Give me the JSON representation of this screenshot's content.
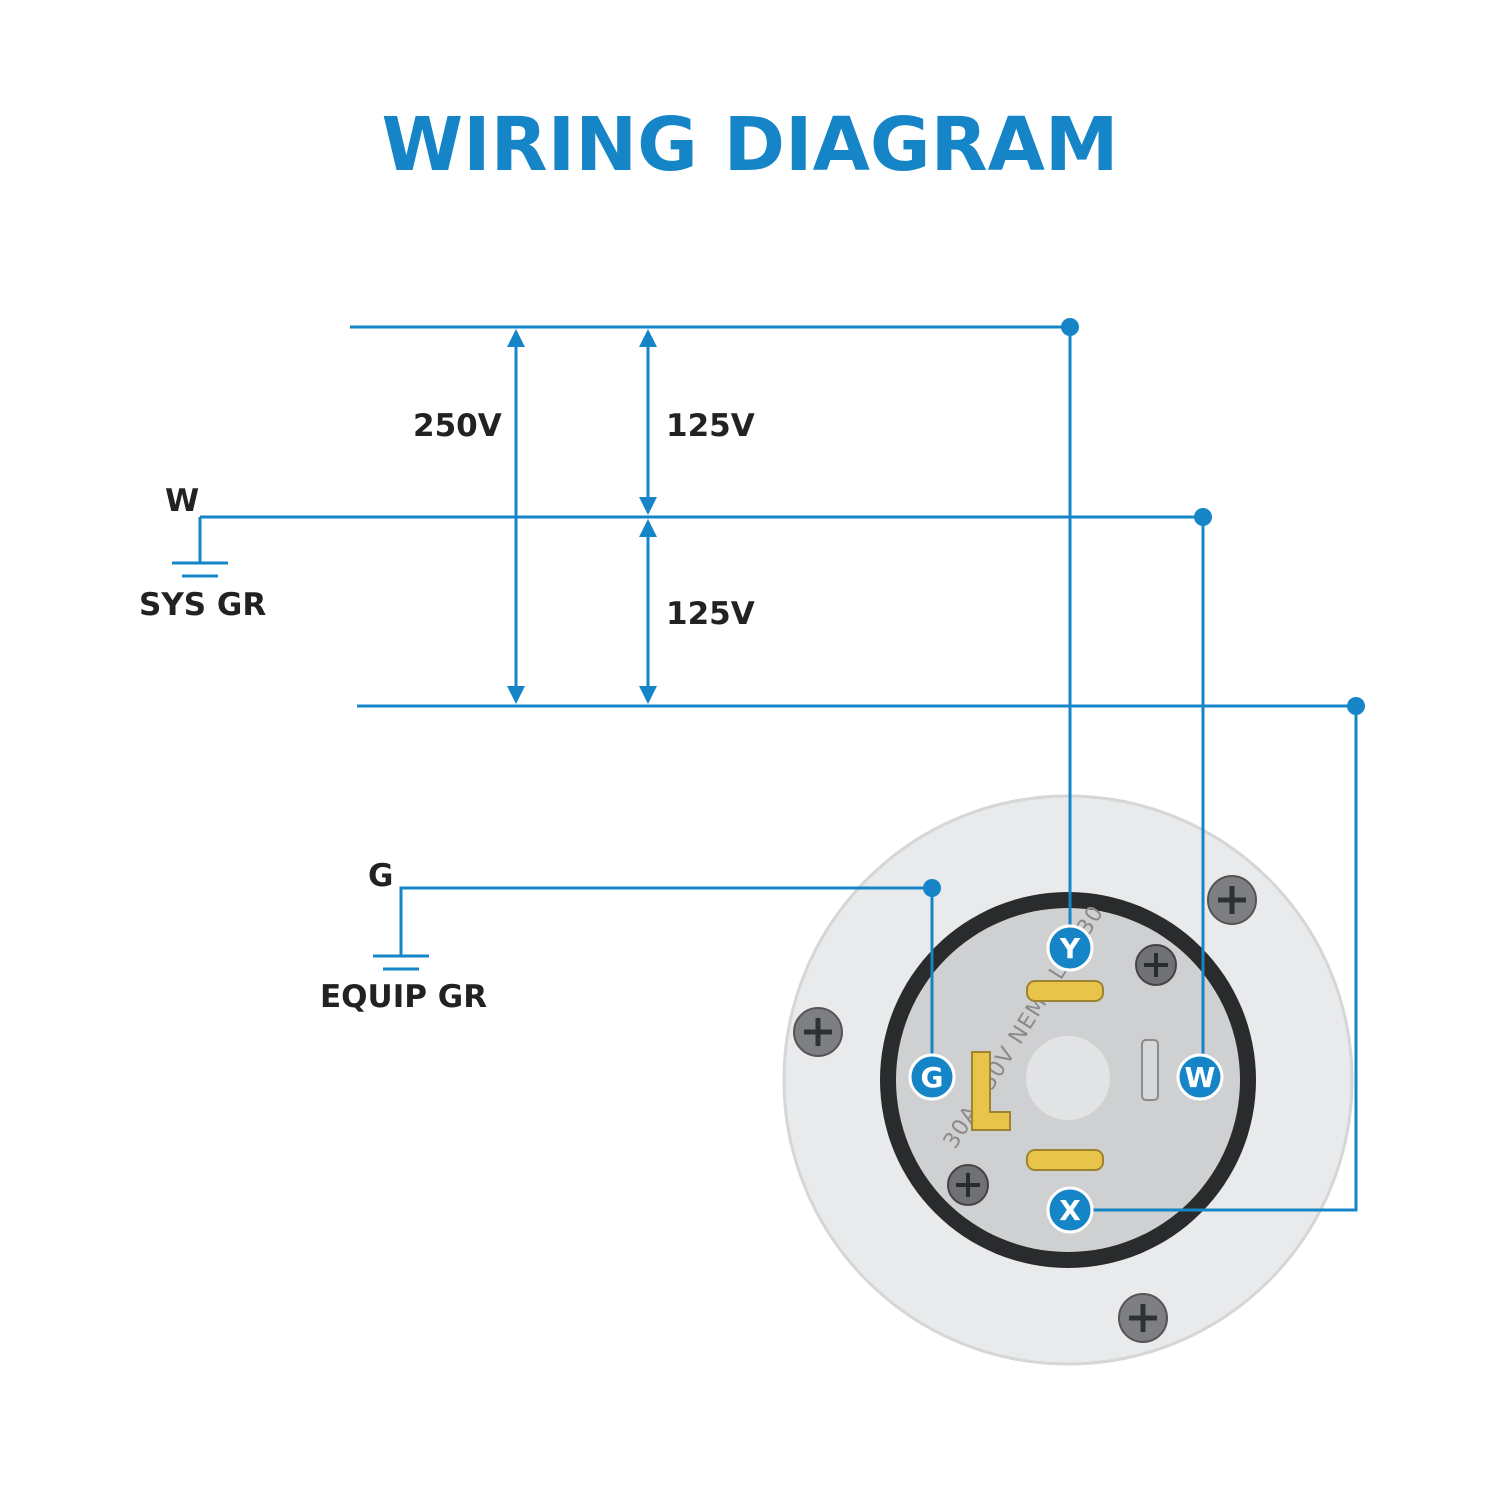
{
  "title": "WIRING DIAGRAM",
  "colors": {
    "accent": "#1685c8",
    "title": "#1685c8",
    "label": "#222222",
    "housing": "#e9eaeb",
    "face": "#cfd0d1",
    "brass": "#e8c44a"
  },
  "voltages": {
    "line_to_line": "250V",
    "upper_line_to_neutral": "125V",
    "lower_line_to_neutral": "125V"
  },
  "labels": {
    "neutral": "W",
    "system_ground": "SYS GR",
    "ground": "G",
    "equipment_ground": "EQUIP GR"
  },
  "pins": {
    "y": "Y",
    "w": "W",
    "x": "X",
    "g": "G"
  },
  "receptacle_stamp": "30A 250V NEMA L14-30"
}
